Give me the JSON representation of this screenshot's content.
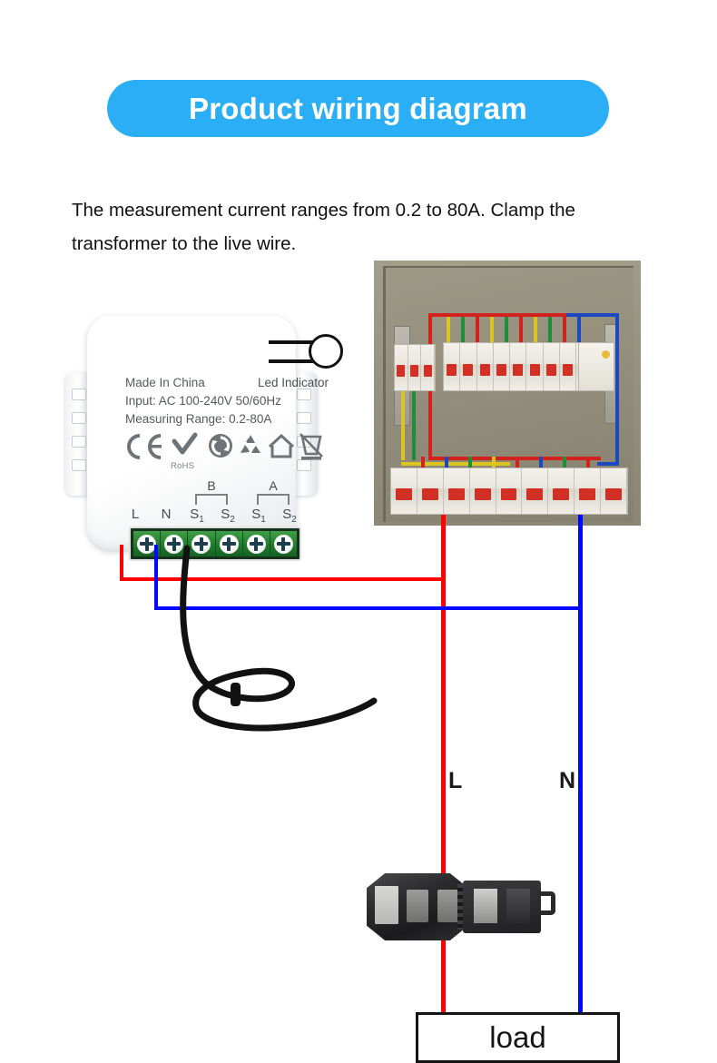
{
  "banner": {
    "title": "Product wiring diagram",
    "color": "#2aaef5",
    "text_color": "#ffffff"
  },
  "description": {
    "text": "The measurement current ranges from 0.2 to 80A. Clamp the transformer to the live wire."
  },
  "device": {
    "led_indicator_label": "Led Indicator",
    "spec_lines": [
      "Made In China",
      "Input: AC 100-240V 50/60Hz",
      "Measuring Range: 0.2-80A"
    ],
    "certifications": [
      "ce-mark-icon",
      "rohs-check-icon",
      "green-dot-recycling-icon",
      "mobius-recycle-icon",
      "indoor-use-house-icon",
      "weee-crossed-bin-icon"
    ],
    "rohs_text": "RoHS",
    "terminal_groups": [
      {
        "name": "B",
        "terminals": [
          "S1",
          "S2"
        ]
      },
      {
        "name": "A",
        "terminals": [
          "S1",
          "S2"
        ]
      }
    ],
    "terminals": [
      {
        "label": "L",
        "sub": ""
      },
      {
        "label": "N",
        "sub": ""
      },
      {
        "label": "S",
        "sub": "1"
      },
      {
        "label": "S",
        "sub": "2"
      },
      {
        "label": "S",
        "sub": "1"
      },
      {
        "label": "S",
        "sub": "2"
      }
    ],
    "terminal_block_screw_count": 6
  },
  "photo": {
    "caption": "distribution-panel-photo"
  },
  "mains": {
    "live_label": "L",
    "neutral_label": "N",
    "live_color": "#fe0000",
    "neutral_color": "#0008ff"
  },
  "ct_clamp": {
    "name": "split-core-current-transformer"
  },
  "load": {
    "label": "load"
  }
}
